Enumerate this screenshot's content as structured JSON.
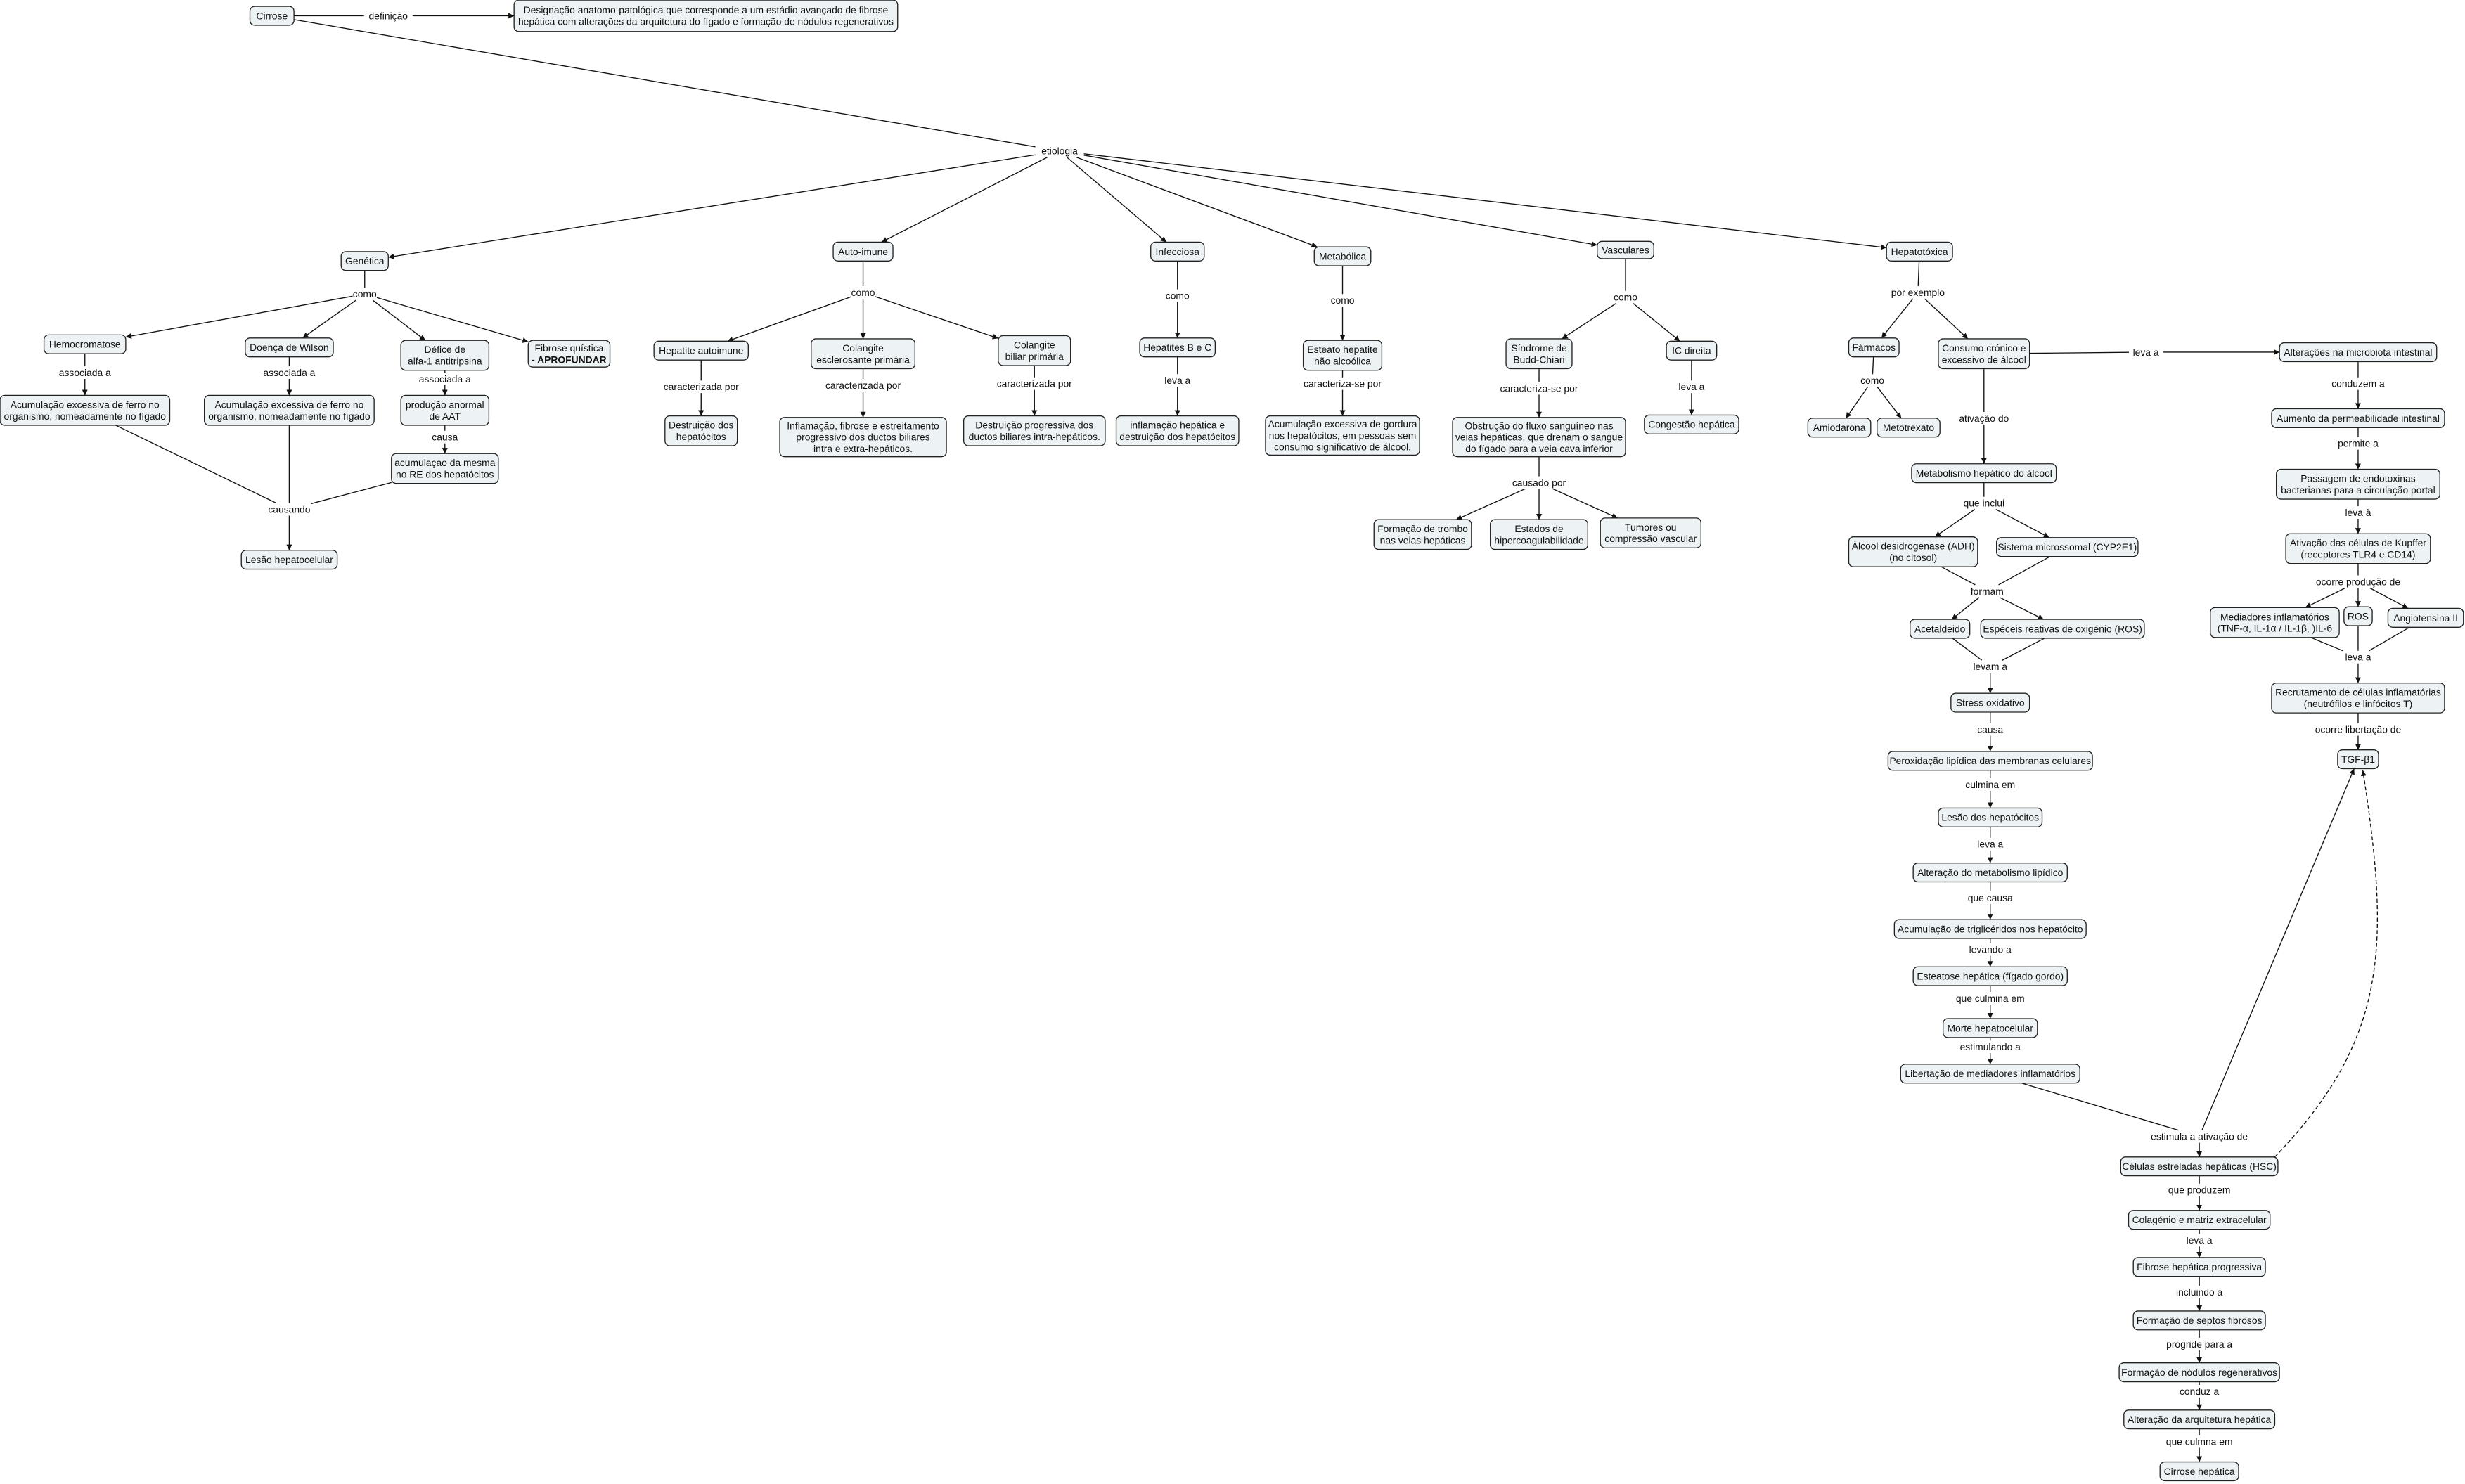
{
  "title": "Cirrose",
  "nodes": {
    "cirrose": [
      "Cirrose"
    ],
    "definicao_txt": [
      "Designação anatomo-patológica que corresponde a um estádio avançado de fibrose",
      "hepática com alterações da arquitetura do fígado e formação de nódulos regenerativos"
    ],
    "genetica": [
      "Genética"
    ],
    "autoimune": [
      "Auto-imune"
    ],
    "infecciosa": [
      "Infecciosa"
    ],
    "metabolica": [
      "Metabólica"
    ],
    "vasculares": [
      "Vasculares"
    ],
    "hepatotoxica": [
      "Hepatotóxica"
    ],
    "hemocromatose": [
      "Hemocromatose"
    ],
    "wilson": [
      "Doença de Wilson"
    ],
    "alfa1": [
      "Défice de",
      "alfa-1 antitripsina"
    ],
    "fibrose_quistica": [
      "Fibrose quística",
      "- APROFUNDAR"
    ],
    "acum_ferro1": [
      "Acumulação excessiva de ferro no",
      "organismo, nomeadamente no fígado"
    ],
    "acum_ferro2": [
      "Acumulação excessiva de ferro no",
      "organismo, nomeadamente no fígado"
    ],
    "aat": [
      "produção anormal",
      "de AAT"
    ],
    "acum_re": [
      "acumulaçao da mesma",
      "no RE dos hepatócitos"
    ],
    "lesao_hep": [
      "Lesão hepatocelular"
    ],
    "hep_autoimune": [
      "Hepatite autoimune"
    ],
    "col_esclerosante": [
      "Colangite",
      "esclerosante primária"
    ],
    "col_biliar": [
      "Colangite",
      "biliar primária"
    ],
    "destr_hep": [
      "Destruição dos",
      "hepatócitos"
    ],
    "inflam_fibrose": [
      "Inflamação, fibrose e estreitamento",
      "progressivo dos ductos biliares",
      "intra e extra-hepáticos."
    ],
    "destr_prog": [
      "Destruição progressiva dos",
      "ductos biliares intra-hepáticos."
    ],
    "hep_bc": [
      "Hepatites B e C"
    ],
    "inflam_hep": [
      "inflamação hepática e",
      "destruição dos hepatócitos"
    ],
    "esteato": [
      "Esteato hepatite",
      "não alcoólica"
    ],
    "acum_gordura": [
      "Acumulação excessiva de gordura",
      "nos hepatócitos, em pessoas sem",
      "consumo significativo de álcool."
    ],
    "budd": [
      "Síndrome de",
      "Budd-Chiari"
    ],
    "ic_direita": [
      "IC direita"
    ],
    "obstrucao": [
      "Obstrução do fluxo sanguíneo nas",
      "veias hepáticas, que drenam o sangue",
      "do fígado para a veia cava inferior"
    ],
    "congestao": [
      "Congestão hepática"
    ],
    "trombo": [
      "Formação de trombo",
      "nas veias hepáticas"
    ],
    "hipercoag": [
      "Estados de",
      "hipercoagulabilidade"
    ],
    "tumores": [
      "Tumores ou",
      "compressão vascular"
    ],
    "farmacos": [
      "Fármacos"
    ],
    "alcool": [
      "Consumo crónico e",
      "excessivo de álcool"
    ],
    "amiodarona": [
      "Amiodarona"
    ],
    "metotrexato": [
      "Metotrexato"
    ],
    "microbiota": [
      "Alterações na microbiota intestinal"
    ],
    "permeabilidade": [
      "Aumento da permeabilidade intestinal"
    ],
    "endotoxinas": [
      "Passagem de endotoxinas",
      "bacterianas para a circulação portal"
    ],
    "kupffer": [
      "Ativação das células de Kupffer",
      "(receptores TLR4 e CD14)"
    ],
    "mediadores": [
      "Mediadores inflamatórios",
      "(TNF-α, IL-1α / IL-1β, )IL-6"
    ],
    "ros2": [
      "ROS"
    ],
    "angiotensina": [
      "Angiotensina II"
    ],
    "recrutamento": [
      "Recrutamento de células inflamatórias",
      "(neutrófilos e linfócitos T)"
    ],
    "tgf": [
      "TGF-β1"
    ],
    "metab_alcool": [
      "Metabolismo hepático do álcool"
    ],
    "adh": [
      "Álcool desidrogenase (ADH)",
      "(no citosol)"
    ],
    "cyp": [
      "Sistema microssomal (CYP2E1)"
    ],
    "acetaldeido": [
      "Acetaldeido"
    ],
    "ros": [
      "Espéceis reativas de oxigénio (ROS)"
    ],
    "stress": [
      "Stress oxidativo"
    ],
    "peroxidacao": [
      "Peroxidação lipídica das membranas celulares"
    ],
    "lesao_hepatocitos": [
      "Lesão dos hepatócitos"
    ],
    "alt_lipidico": [
      "Alteração do metabolismo lipídico"
    ],
    "trigliceridos": [
      "Acumulação de triglicéridos nos hepatócito"
    ],
    "esteatose": [
      "Esteatose hepática (fígado gordo)"
    ],
    "morte": [
      "Morte hepatocelular"
    ],
    "libertacao": [
      "Libertação de mediadores inflamatórios"
    ],
    "hsc": [
      "Células estreladas hepáticas (HSC)"
    ],
    "colagenio": [
      "Colagénio e matriz extracelular"
    ],
    "fibrose_prog": [
      "Fibrose hepática progressiva"
    ],
    "septos": [
      "Formação de septos fibrosos"
    ],
    "nodulos": [
      "Formação de nódulos regenerativos"
    ],
    "arquitetura": [
      "Alteração da arquitetura hepática"
    ],
    "cirrose_hep": [
      "Cirrose hepática"
    ]
  },
  "links": {
    "definicao": "definição",
    "etiologia": "etiologia",
    "gen_como": "como",
    "assoc1": "associada a",
    "assoc2": "associada a",
    "assoc3": "associada a",
    "causa_aat": "causa",
    "causando": "causando",
    "ai_como": "como",
    "carac1": "caracterizada por",
    "carac2": "caracterizada por",
    "carac3": "caracterizada por",
    "inf_como": "como",
    "inf_leva": "leva a",
    "met_como": "como",
    "met_carac": "caracteriza-se por",
    "vas_como": "como",
    "budd_carac": "caracteriza-se por",
    "ic_leva": "leva a",
    "causado_por": "causado por",
    "por_exemplo": "por exemplo",
    "farm_como": "como",
    "alc_leva": "leva a",
    "conduzem": "conduzem a",
    "permite": "permite a",
    "leva_a_kup": "leva à",
    "ocorre_prod": "ocorre produção de",
    "kup_leva": "leva a",
    "ocorre_lib": "ocorre libertação de",
    "ativacao_do": "ativação do",
    "que_inclui": "que inclui",
    "formam": "formam",
    "levam_a": "levam a",
    "causa2": "causa",
    "culmina_em": "culmina em",
    "leva_a2": "leva a",
    "que_causa": "que causa",
    "levando_a": "levando a",
    "que_culmina": "que culmina em",
    "estimulando": "estimulando a",
    "estimula": "estimula a ativação de",
    "que_produzem": "que produzem",
    "leva_a3": "leva a",
    "incluindo": "incluindo a",
    "progride": "progride para a",
    "conduz": "conduz a",
    "que_culmna": "que culmna em"
  }
}
